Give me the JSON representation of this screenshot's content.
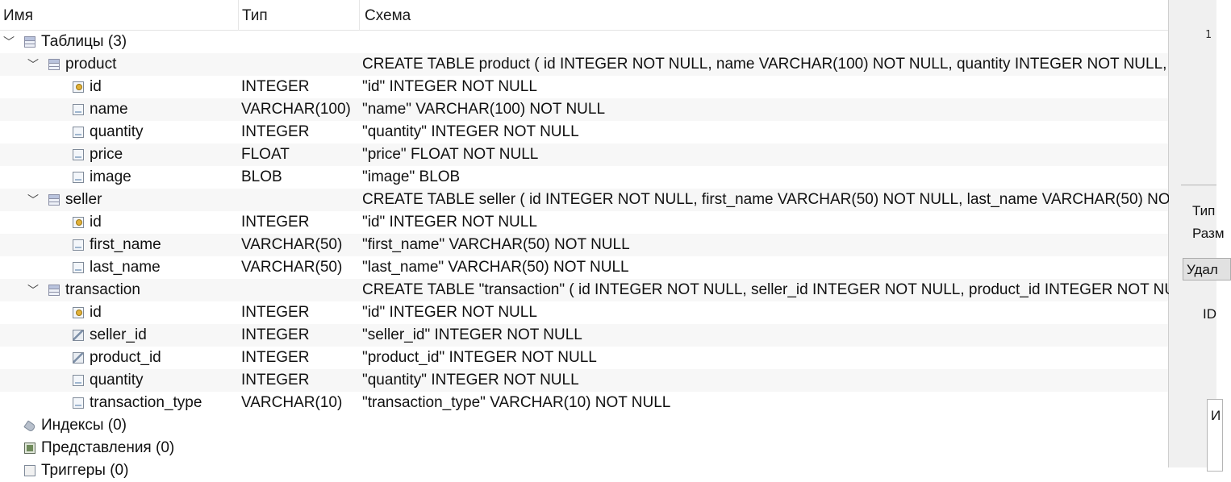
{
  "tree": {
    "columns": {
      "name": "Имя",
      "type": "Тип",
      "schema": "Схема"
    },
    "rows": [
      {
        "level": 0,
        "expander": "﹀",
        "icon": "tables-icon",
        "name": "Таблицы (3)",
        "type": "",
        "schema": ""
      },
      {
        "level": 1,
        "expander": "﹀",
        "icon": "table-icon",
        "name": "product",
        "type": "",
        "schema": "CREATE TABLE product ( id INTEGER NOT NULL, name VARCHAR(100) NOT NULL, quantity INTEGER NOT NULL,"
      },
      {
        "level": 2,
        "expander": "",
        "icon": "primary-key-icon",
        "name": "id",
        "type": "INTEGER",
        "schema": "\"id\" INTEGER NOT NULL"
      },
      {
        "level": 2,
        "expander": "",
        "icon": "field-icon",
        "name": "name",
        "type": "VARCHAR(100)",
        "schema": "\"name\" VARCHAR(100) NOT NULL"
      },
      {
        "level": 2,
        "expander": "",
        "icon": "field-icon",
        "name": "quantity",
        "type": "INTEGER",
        "schema": "\"quantity\" INTEGER NOT NULL"
      },
      {
        "level": 2,
        "expander": "",
        "icon": "field-icon",
        "name": "price",
        "type": "FLOAT",
        "schema": "\"price\" FLOAT NOT NULL"
      },
      {
        "level": 2,
        "expander": "",
        "icon": "field-icon",
        "name": "image",
        "type": "BLOB",
        "schema": "\"image\" BLOB"
      },
      {
        "level": 1,
        "expander": "﹀",
        "icon": "table-icon",
        "name": "seller",
        "type": "",
        "schema": "CREATE TABLE seller ( id INTEGER NOT NULL, first_name VARCHAR(50) NOT NULL, last_name VARCHAR(50) NO"
      },
      {
        "level": 2,
        "expander": "",
        "icon": "primary-key-icon",
        "name": "id",
        "type": "INTEGER",
        "schema": "\"id\" INTEGER NOT NULL"
      },
      {
        "level": 2,
        "expander": "",
        "icon": "field-icon",
        "name": "first_name",
        "type": "VARCHAR(50)",
        "schema": "\"first_name\" VARCHAR(50) NOT NULL"
      },
      {
        "level": 2,
        "expander": "",
        "icon": "field-icon",
        "name": "last_name",
        "type": "VARCHAR(50)",
        "schema": "\"last_name\" VARCHAR(50) NOT NULL"
      },
      {
        "level": 1,
        "expander": "﹀",
        "icon": "table-icon",
        "name": "transaction",
        "type": "",
        "schema": "CREATE TABLE \"transaction\" ( id INTEGER NOT NULL, seller_id INTEGER NOT NULL, product_id INTEGER NOT NU"
      },
      {
        "level": 2,
        "expander": "",
        "icon": "primary-key-icon",
        "name": "id",
        "type": "INTEGER",
        "schema": "\"id\" INTEGER NOT NULL"
      },
      {
        "level": 2,
        "expander": "",
        "icon": "foreign-key-icon",
        "name": "seller_id",
        "type": "INTEGER",
        "schema": "\"seller_id\" INTEGER NOT NULL"
      },
      {
        "level": 2,
        "expander": "",
        "icon": "foreign-key-icon",
        "name": "product_id",
        "type": "INTEGER",
        "schema": "\"product_id\" INTEGER NOT NULL"
      },
      {
        "level": 2,
        "expander": "",
        "icon": "field-icon",
        "name": "quantity",
        "type": "INTEGER",
        "schema": "\"quantity\" INTEGER NOT NULL"
      },
      {
        "level": 2,
        "expander": "",
        "icon": "field-icon",
        "name": "transaction_type",
        "type": "VARCHAR(10)",
        "schema": "\"transaction_type\" VARCHAR(10) NOT NULL"
      },
      {
        "level": 0,
        "expander": "",
        "icon": "index-icon",
        "name": "Индексы (0)",
        "type": "",
        "schema": ""
      },
      {
        "level": 0,
        "expander": "",
        "icon": "view-icon",
        "name": "Представления (0)",
        "type": "",
        "schema": ""
      },
      {
        "level": 0,
        "expander": "",
        "icon": "trigger-icon",
        "name": "Триггеры (0)",
        "type": "",
        "schema": ""
      }
    ]
  },
  "side_panel": {
    "line_number": "1",
    "type_label": "Тип",
    "size_label": "Разм",
    "delete_button": "Удал",
    "id_label": "ID",
    "textbox_value": "И"
  }
}
